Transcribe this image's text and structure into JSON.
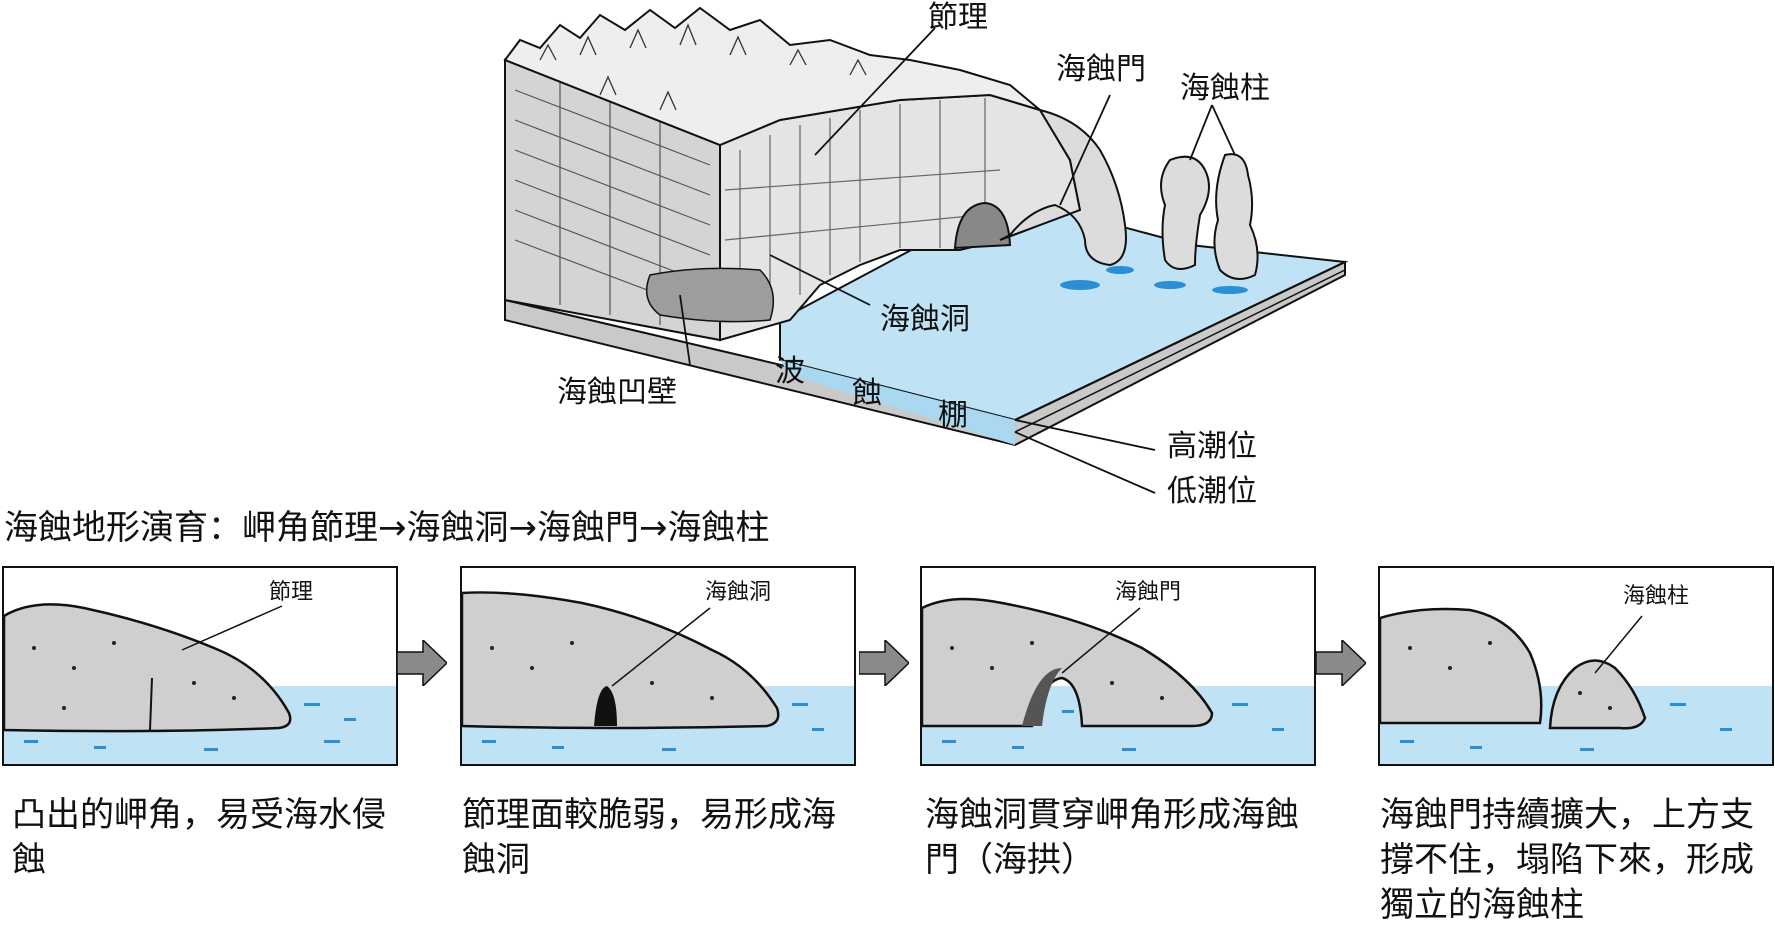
{
  "diagram": {
    "top_labels": {
      "joint": "節理",
      "sea_arch": "海蝕門",
      "sea_stack": "海蝕柱",
      "sea_cave": "海蝕洞",
      "notch": "海蝕凹壁",
      "platform_1": "波",
      "platform_2": "蝕",
      "platform_3": "棚",
      "high_tide": "高潮位",
      "low_tide": "低潮位"
    },
    "sequence_title": "海蝕地形演育：岬角節理→海蝕洞→海蝕門→海蝕柱",
    "panels": [
      {
        "label": "節理",
        "caption": "凸出的岬角，易受海水侵蝕"
      },
      {
        "label": "海蝕洞",
        "caption": "節理面較脆弱，易形成海蝕洞"
      },
      {
        "label": "海蝕門",
        "caption": "海蝕洞貫穿岬角形成海蝕門（海拱）"
      },
      {
        "label": "海蝕柱",
        "caption": "海蝕門持續擴大，上方支撐不住，塌陷下來，形成獨立的海蝕柱"
      }
    ]
  },
  "colors": {
    "water": "#bfe3f5",
    "water_deep": "#a9d8f0",
    "water_mark": "#2b8fd6",
    "rock": "#cfcfcf",
    "rock_side": "#b9b9b9",
    "arrow": "#8a8a8a",
    "outline": "#111111"
  }
}
